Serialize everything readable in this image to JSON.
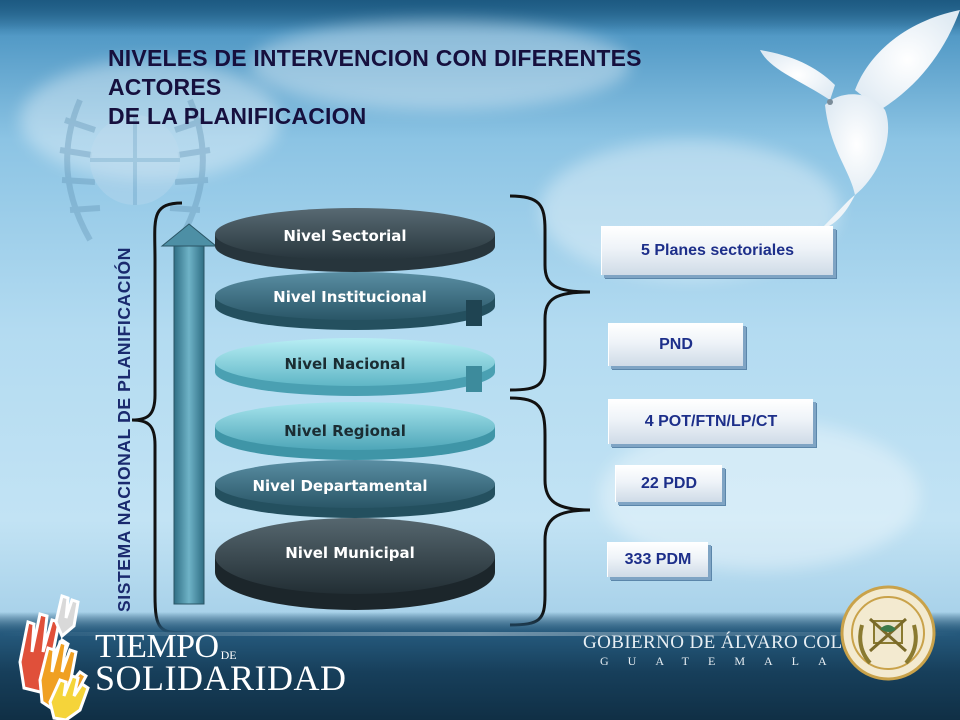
{
  "title": {
    "line1": "NIVELES DE INTERVENCION CON DIFERENTES",
    "line2": "ACTORES",
    "line3": "DE LA PLANIFICACION"
  },
  "vertical_label": "SISTEMA NACIONAL DE PLANIFICACIÓN",
  "levels": [
    {
      "label": "Nivel Sectorial",
      "color": "#3e4f58"
    },
    {
      "label": "Nivel Institucional",
      "color": "#3f7287"
    },
    {
      "label": "Nivel Nacional",
      "color": "#8fd7e2"
    },
    {
      "label": "Nivel Regional",
      "color": "#7cc9d6"
    },
    {
      "label": "Nivel Departamental",
      "color": "#3f7287"
    },
    {
      "label": "Nivel Municipal",
      "color": "#3a4a52"
    }
  ],
  "boxes": [
    {
      "label": "5  Planes sectoriales"
    },
    {
      "label": "PND"
    },
    {
      "label": "4  POT/FTN/LP/CT"
    },
    {
      "label": "22 PDD"
    },
    {
      "label": "333 PDM"
    }
  ],
  "footer": {
    "brand_line1": "TIEMPO",
    "brand_line1_small": "DE",
    "brand_line2": "SOLIDARIDAD",
    "gov_line1": "GOBIERNO DE ÁLVARO COLOM",
    "gov_line2": "GUATEMALA"
  },
  "colors": {
    "title": "#16103e",
    "vertical_label": "#1a2a6e",
    "box_text": "#1d2f8a",
    "arrow": "#4d8fa5"
  }
}
